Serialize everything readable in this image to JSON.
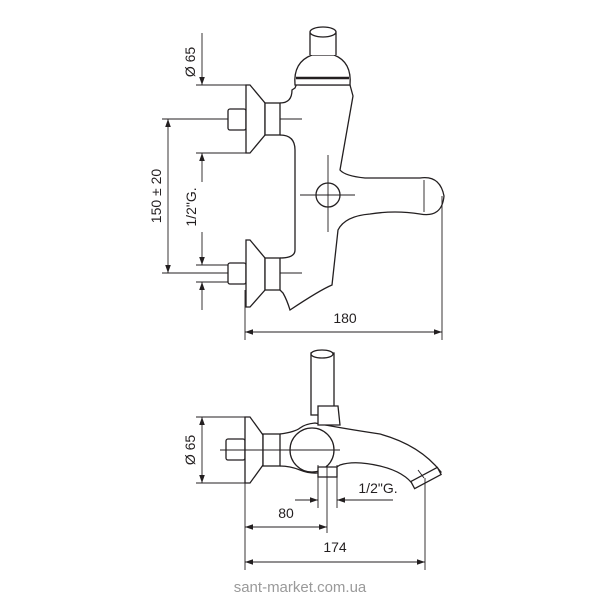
{
  "top_view": {
    "dim_diameter": "Ø 65",
    "dim_spacing": "150 ± 20",
    "dim_thread": "1/2\"G.",
    "dim_width": "180"
  },
  "bottom_view": {
    "dim_diameter": "Ø 65",
    "dim_offset": "80",
    "dim_thread": "1/2\"G.",
    "dim_width": "174"
  },
  "watermark": "sant-market.com.ua"
}
